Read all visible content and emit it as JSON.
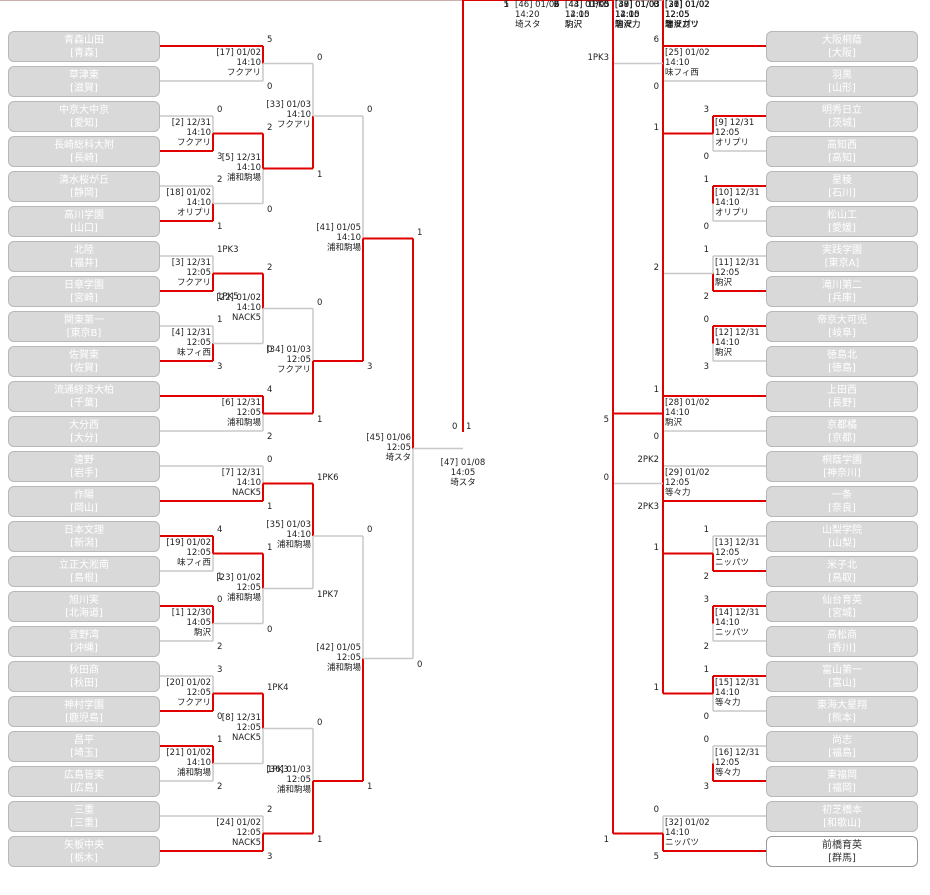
{
  "left_teams": [
    {
      "name": "青森山田",
      "pref": "[青森]"
    },
    {
      "name": "草津東",
      "pref": "[滋賀]"
    },
    {
      "name": "中京大中京",
      "pref": "[愛知]"
    },
    {
      "name": "長崎総科大附",
      "pref": "[長崎]"
    },
    {
      "name": "清水桜が丘",
      "pref": "[静岡]"
    },
    {
      "name": "高川学園",
      "pref": "[山口]"
    },
    {
      "name": "北陸",
      "pref": "[福井]"
    },
    {
      "name": "日章学園",
      "pref": "[宮崎]"
    },
    {
      "name": "関東第一",
      "pref": "[東京B]"
    },
    {
      "name": "佐賀東",
      "pref": "[佐賀]"
    },
    {
      "name": "流通経済大柏",
      "pref": "[千葉]"
    },
    {
      "name": "大分西",
      "pref": "[大分]"
    },
    {
      "name": "遠野",
      "pref": "[岩手]"
    },
    {
      "name": "作陽",
      "pref": "[岡山]"
    },
    {
      "name": "日本文理",
      "pref": "[新潟]"
    },
    {
      "name": "立正大淞南",
      "pref": "[島根]"
    },
    {
      "name": "旭川実",
      "pref": "[北海道]"
    },
    {
      "name": "宜野湾",
      "pref": "[沖縄]"
    },
    {
      "name": "秋田商",
      "pref": "[秋田]"
    },
    {
      "name": "神村学園",
      "pref": "[鹿児島]"
    },
    {
      "name": "昌平",
      "pref": "[埼玉]"
    },
    {
      "name": "広島皆実",
      "pref": "[広島]"
    },
    {
      "name": "三重",
      "pref": "[三重]"
    },
    {
      "name": "矢板中央",
      "pref": "[栃木]"
    }
  ],
  "right_teams": [
    {
      "name": "大阪桐蔭",
      "pref": "[大阪]"
    },
    {
      "name": "羽黒",
      "pref": "[山形]"
    },
    {
      "name": "明秀日立",
      "pref": "[茨城]"
    },
    {
      "name": "高知西",
      "pref": "[高知]"
    },
    {
      "name": "星稜",
      "pref": "[石川]"
    },
    {
      "name": "松山工",
      "pref": "[愛媛]"
    },
    {
      "name": "実践学園",
      "pref": "[東京A]"
    },
    {
      "name": "滝川第二",
      "pref": "[兵庫]"
    },
    {
      "name": "帝京大可児",
      "pref": "[岐阜]"
    },
    {
      "name": "徳島北",
      "pref": "[徳島]"
    },
    {
      "name": "上田西",
      "pref": "[長野]"
    },
    {
      "name": "京都橘",
      "pref": "[京都]"
    },
    {
      "name": "桐蔭学園",
      "pref": "[神奈川]"
    },
    {
      "name": "一条",
      "pref": "[奈良]"
    },
    {
      "name": "山梨学院",
      "pref": "[山梨]"
    },
    {
      "name": "米子北",
      "pref": "[鳥取]"
    },
    {
      "name": "仙台育英",
      "pref": "[宮城]"
    },
    {
      "name": "高松商",
      "pref": "[香川]"
    },
    {
      "name": "富山第一",
      "pref": "[富山]"
    },
    {
      "name": "東海大星翔",
      "pref": "[熊本]"
    },
    {
      "name": "尚志",
      "pref": "[福島]"
    },
    {
      "name": "東福岡",
      "pref": "[福岡]"
    },
    {
      "name": "初芝橋本",
      "pref": "[和歌山]"
    },
    {
      "name": "前橋育英",
      "pref": "[群馬]"
    }
  ],
  "left_matches": [
    {
      "no": "[17] 01/02",
      "time": "14:10",
      "venue": "フクアリ",
      "s1": "5",
      "s2": "0"
    },
    {
      "no": "[2] 12/31",
      "time": "14:10",
      "venue": "フクアリ",
      "s1": "0",
      "s2": "3"
    },
    {
      "no": "[18] 01/02",
      "time": "14:10",
      "venue": "オリプリ",
      "s1": "2",
      "s2": "1"
    },
    {
      "no": "[3] 12/31",
      "time": "12:05",
      "venue": "フクアリ",
      "s1": "1PK3",
      "s2": "1PK5"
    },
    {
      "no": "[4] 12/31",
      "time": "12:05",
      "venue": "味フィ西",
      "s1": "1",
      "s2": "3"
    },
    {
      "no": "[19] 01/02",
      "time": "12:05",
      "venue": "味フィ西",
      "s1": "4",
      "s2": "1"
    },
    {
      "no": "[1] 12/30",
      "time": "14:05",
      "venue": "駒沢",
      "s1": "0",
      "s2": "2"
    },
    {
      "no": "[20] 01/02",
      "time": "12:05",
      "venue": "フクアリ",
      "s1": "3",
      "s2": "0"
    },
    {
      "no": "[21] 01/02",
      "time": "14:10",
      "venue": "浦和駒場",
      "s1": "1",
      "s2": "2"
    },
    {
      "no": "[5] 12/31",
      "time": "14:10",
      "venue": "浦和駒場",
      "s1": "2",
      "s2": "0"
    },
    {
      "no": "[22] 01/02",
      "time": "14:10",
      "venue": "NACK5",
      "s1": "2",
      "s2": "0"
    },
    {
      "no": "[6] 12/31",
      "time": "12:05",
      "venue": "浦和駒場",
      "s1": "4",
      "s2": "2"
    },
    {
      "no": "[7] 12/31",
      "time": "14:10",
      "venue": "NACK5",
      "s1": "0",
      "s2": "1"
    },
    {
      "no": "[23] 01/02",
      "time": "12:05",
      "venue": "浦和駒場",
      "s1": "1",
      "s2": "0"
    },
    {
      "no": "[8] 12/31",
      "time": "12:05",
      "venue": "NACK5",
      "s1": "1PK4",
      "s2": "1PK3"
    },
    {
      "no": "[24] 01/02",
      "time": "12:05",
      "venue": "NACK5",
      "s1": "2",
      "s2": "3"
    },
    {
      "no": "[33] 01/03",
      "time": "14:10",
      "venue": "フクアリ",
      "s1": "0",
      "s2": "1"
    },
    {
      "no": "[34] 01/03",
      "time": "12:05",
      "venue": "フクアリ",
      "s1": "0",
      "s2": "1"
    },
    {
      "no": "[35] 01/03",
      "time": "14:10",
      "venue": "浦和駒場",
      "s1": "1PK6",
      "s2": "1PK7"
    },
    {
      "no": "[36] 01/03",
      "time": "12:05",
      "venue": "浦和駒場",
      "s1": "0",
      "s2": "1"
    },
    {
      "no": "[41] 01/05",
      "time": "14:10",
      "venue": "浦和駒場",
      "s1": "0",
      "s2": "3"
    },
    {
      "no": "[42] 01/05",
      "time": "12:05",
      "venue": "浦和駒場",
      "s1": "0",
      "s2": "1"
    },
    {
      "no": "[45] 01/06",
      "time": "12:05",
      "venue": "埼スタ",
      "s1": "1",
      "s2": "0"
    }
  ],
  "right_matches": [
    {
      "no": "[25] 01/02",
      "time": "14:10",
      "venue": "味フィ西",
      "s1": "6",
      "s2": "0"
    },
    {
      "no": "[9] 12/31",
      "time": "12:05",
      "venue": "オリプリ",
      "s1": "3",
      "s2": "0"
    },
    {
      "no": "[26] 01/02",
      "time": "12:05",
      "venue": "オリプリ",
      "s1": "1",
      "s2": "0"
    },
    {
      "no": "[10] 12/31",
      "time": "14:10",
      "venue": "オリプリ",
      "s1": "1",
      "s2": "0"
    },
    {
      "no": "[11] 12/31",
      "time": "12:05",
      "venue": "駒沢",
      "s1": "1",
      "s2": "2"
    },
    {
      "no": "[27] 01/02",
      "time": "12:05",
      "venue": "駒沢",
      "s1": "2",
      "s2": "3"
    },
    {
      "no": "[12] 12/31",
      "time": "14:10",
      "venue": "駒沢",
      "s1": "0",
      "s2": "3"
    },
    {
      "no": "[28] 01/02",
      "time": "14:10",
      "venue": "駒沢",
      "s1": "1",
      "s2": "0"
    },
    {
      "no": "[29] 01/02",
      "time": "12:05",
      "venue": "等々力",
      "s1": "2PK2",
      "s2": "2PK3"
    },
    {
      "no": "[13] 12/31",
      "time": "12:05",
      "venue": "ニッパツ",
      "s1": "1",
      "s2": "2"
    },
    {
      "no": "[30] 01/02",
      "time": "12:05",
      "venue": "ニッパツ",
      "s1": "1",
      "s2": "0"
    },
    {
      "no": "[14] 12/31",
      "time": "14:10",
      "venue": "ニッパツ",
      "s1": "3",
      "s2": "2"
    },
    {
      "no": "[15] 12/31",
      "time": "14:10",
      "venue": "等々力",
      "s1": "1",
      "s2": "0"
    },
    {
      "no": "[31] 01/02",
      "time": "12:05",
      "venue": "等々力",
      "s1": "1",
      "s2": "0"
    },
    {
      "no": "[16] 12/31",
      "time": "12:05",
      "venue": "等々力",
      "s1": "0",
      "s2": "3"
    },
    {
      "no": "[32] 01/02",
      "time": "14:10",
      "venue": "ニッパツ",
      "s1": "0",
      "s2": "5"
    },
    {
      "no": "[37] 01/03",
      "time": "14:10",
      "venue": "駒沢",
      "s1": "1PK3",
      "s2": "1PK5"
    },
    {
      "no": "[38] 01/03",
      "time": "12:05",
      "venue": "駒沢",
      "s1": "0",
      "s2": "5"
    },
    {
      "no": "[39] 01/03",
      "time": "12:05",
      "venue": "等々力",
      "s1": "0",
      "s2": "3"
    },
    {
      "no": "[40] 01/03",
      "time": "14:10",
      "venue": "等々力",
      "s1": "0",
      "s2": "1"
    },
    {
      "no": "[43] 01/05",
      "time": "12:05",
      "venue": "駒沢",
      "s1": "2",
      "s2": "3"
    },
    {
      "no": "[44] 01/05",
      "time": "14:10",
      "venue": "駒沢",
      "s1": "0",
      "s2": "3"
    },
    {
      "no": "[46] 01/06",
      "time": "14:20",
      "venue": "埼スタ",
      "s1": "1",
      "s2": "5"
    }
  ],
  "final": {
    "no": "[47] 01/08",
    "time": "14:05",
    "venue": "埼スタ",
    "s1": "0",
    "s2": "1"
  },
  "colors": {
    "win": "#e00000",
    "lose": "#c8c8c8",
    "team_bg": "#d9d9d9",
    "team_text": "#ffffff"
  }
}
